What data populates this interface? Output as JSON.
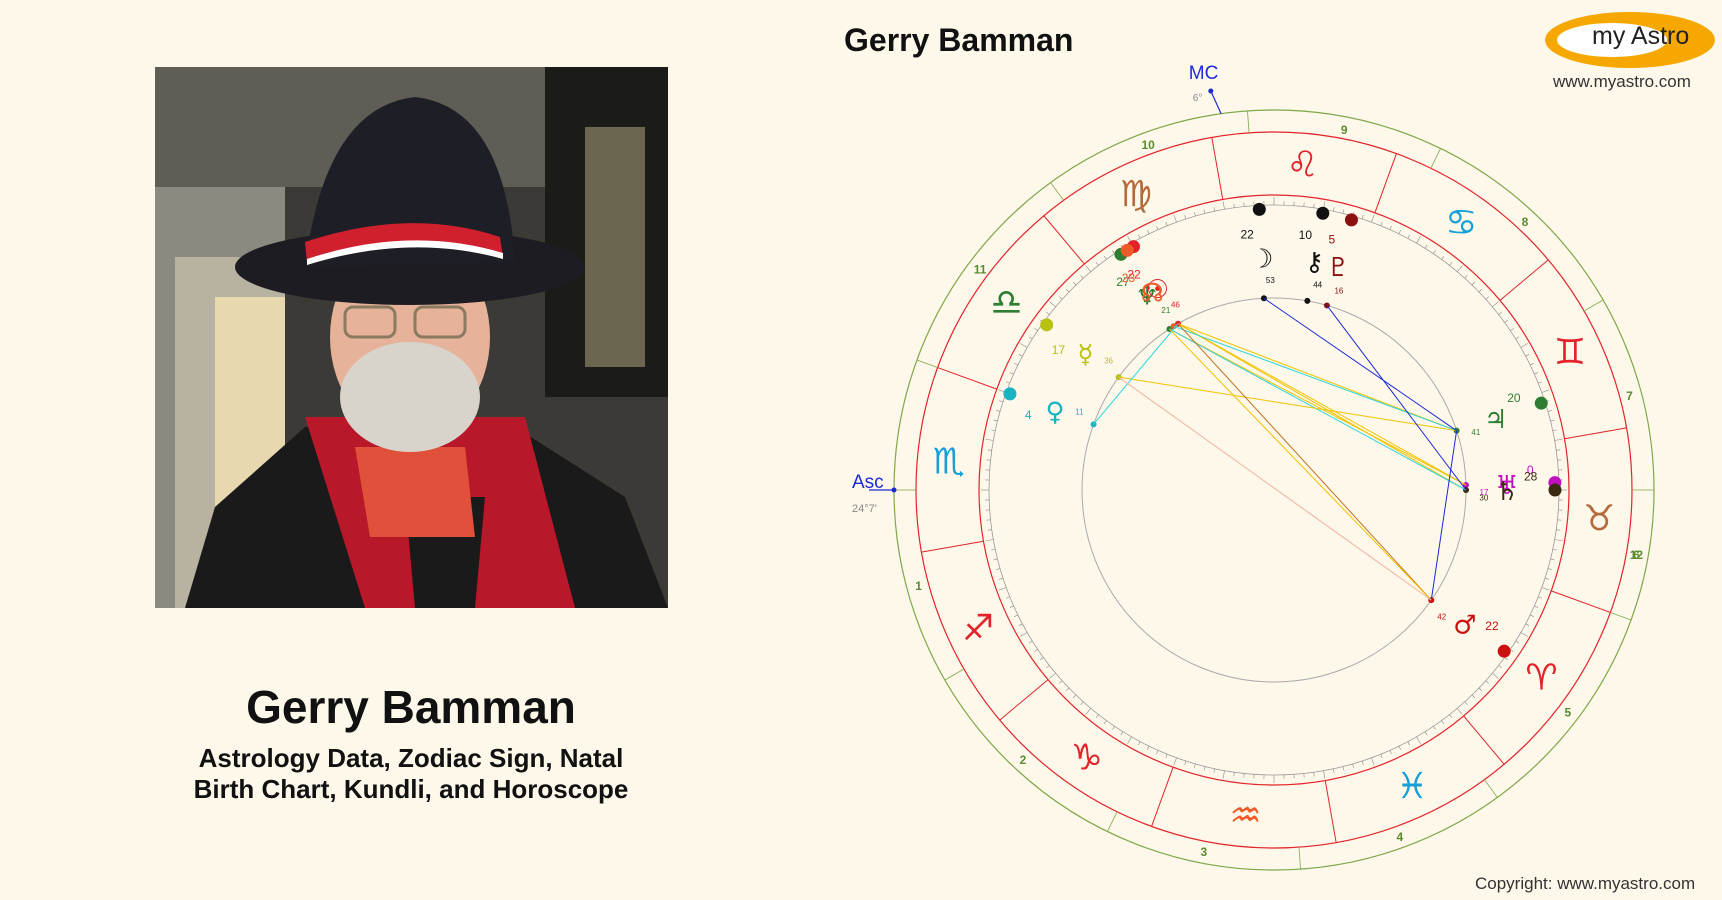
{
  "page": {
    "person_name": "Gerry Bamman",
    "subtitle_line1": "Astrology Data, Zodiac Sign, Natal",
    "subtitle_line2": "Birth Chart, Kundli, and Horoscope",
    "chart_title": "Gerry Bamman",
    "logo_text": "my Astro",
    "site_url": "www.myastro.com",
    "copyright": "Copyright: www.myastro.com"
  },
  "chart": {
    "mc_label": "MC",
    "mc_degree": "6°",
    "asc_label": "Asc",
    "asc_degree": "24°7'",
    "houses": [
      {
        "num": "1"
      },
      {
        "num": "2"
      },
      {
        "num": "3"
      },
      {
        "num": "4"
      },
      {
        "num": "5"
      },
      {
        "num": "6"
      },
      {
        "num": "7"
      },
      {
        "num": "8"
      },
      {
        "num": "9"
      },
      {
        "num": "10"
      },
      {
        "num": "11"
      },
      {
        "num": "12"
      }
    ],
    "signs": [
      {
        "glyph": "♈",
        "color": "#e2242a"
      },
      {
        "glyph": "♉",
        "color": "#b56a3b"
      },
      {
        "glyph": "♊",
        "color": "#e2242a"
      },
      {
        "glyph": "♋",
        "color": "#16a0d8"
      },
      {
        "glyph": "♌",
        "color": "#e2242a"
      },
      {
        "glyph": "♍",
        "color": "#b56a3b"
      },
      {
        "glyph": "♎",
        "color": "#2f7d32"
      },
      {
        "glyph": "♏",
        "color": "#16a0d8"
      },
      {
        "glyph": "♐",
        "color": "#e2242a"
      },
      {
        "glyph": "♑",
        "color": "#e2242a"
      },
      {
        "glyph": "♒",
        "color": "#f05a28"
      },
      {
        "glyph": "♓",
        "color": "#16a0d8"
      }
    ],
    "planets": [
      {
        "name": "Moon",
        "glyph": "☽",
        "deg": "22",
        "min": "53",
        "color": "#111111"
      },
      {
        "name": "Chiron",
        "glyph": "⚷",
        "deg": "10",
        "min": "44",
        "color": "#111111"
      },
      {
        "name": "Pluto",
        "glyph": "♇",
        "deg": "5",
        "min": "16",
        "color": "#8b1010"
      },
      {
        "name": "Jupiter",
        "glyph": "♃",
        "deg": "20",
        "min": "41",
        "color": "#2f7d32"
      },
      {
        "name": "Uranus",
        "glyph": "♅",
        "deg": "0",
        "min": "17",
        "color": "#c010c0"
      },
      {
        "name": "Saturn",
        "glyph": "♄",
        "deg": "28",
        "min": "30",
        "color": "#3a2a10"
      },
      {
        "name": "Mars",
        "glyph": "♂",
        "deg": "22",
        "min": "42",
        "color": "#cc1010"
      },
      {
        "name": "Venus",
        "glyph": "♀",
        "deg": "4",
        "min": "11",
        "color": "#1ab3c0"
      },
      {
        "name": "Mercury",
        "glyph": "☿",
        "deg": "17",
        "min": "36",
        "color": "#b8c010"
      },
      {
        "name": "Neptune",
        "glyph": "♆",
        "deg": "27",
        "min": "21",
        "color": "#2f7d32"
      },
      {
        "name": "Sun",
        "glyph": "☉",
        "deg": "22",
        "min": "46",
        "color": "#e2242a"
      },
      {
        "name": "Node",
        "glyph": "☊",
        "deg": "23",
        "min": "",
        "color": "#f05a28"
      }
    ]
  }
}
